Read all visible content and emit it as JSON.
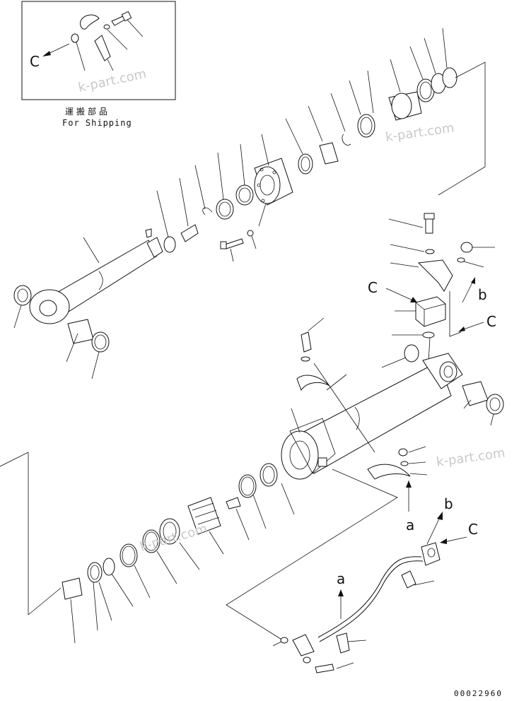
{
  "inset": {
    "label_jp": "運搬部品",
    "label_en": "For Shipping",
    "callout": "C"
  },
  "callouts": {
    "C_left": "C",
    "C_right": "C",
    "b_mid": "b",
    "a_mid": "a",
    "b_low": "b",
    "C_low": "C",
    "a_low": "a"
  },
  "watermarks": [
    "k-part.com",
    "k-part.com",
    "k-part.com",
    "k-part.com"
  ],
  "drawing_code": "00022960"
}
